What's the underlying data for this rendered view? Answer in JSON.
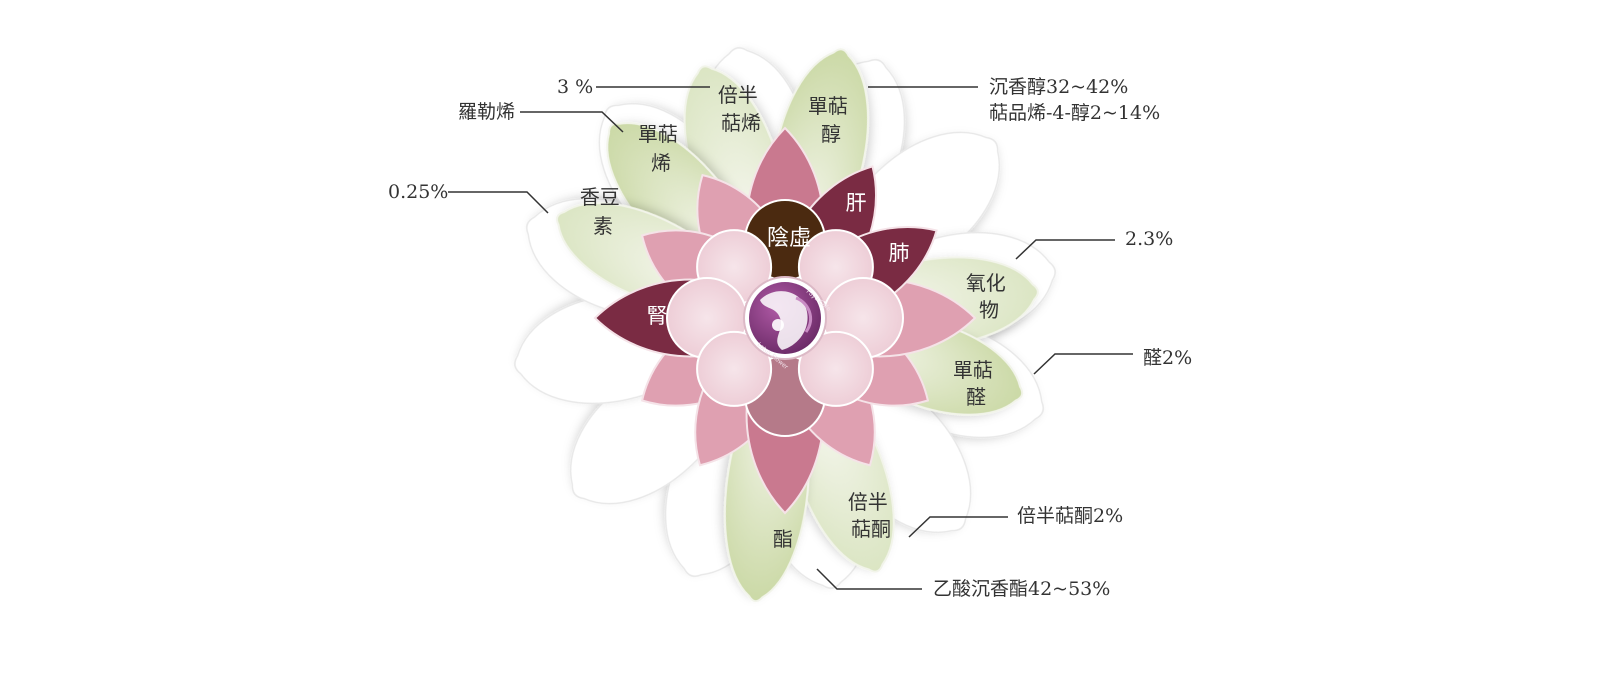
{
  "colors": {
    "green_light": "#eef2e2",
    "green_mid": "#cfdcae",
    "green_deep": "#bfcf96",
    "pink_light": "#efd3dc",
    "pink_mid": "#dfa0b1",
    "pink_deep": "#c9798f",
    "crimson": "#7a2b43",
    "dark_brown": "#4b2a10",
    "mauve": "#b57a89",
    "badge": "#7a3a77"
  },
  "center": {
    "label": "陰虛",
    "badge_top": "Fuyu Cafe",
    "badge_bottom": "Lotus Flower"
  },
  "pink_labels": [
    {
      "name": "liver",
      "text": "肝"
    },
    {
      "name": "lung",
      "text": "肺"
    },
    {
      "name": "kidney",
      "text": "腎"
    }
  ],
  "green_petals": [
    {
      "name": "bisabolene",
      "lines": [
        "倍半",
        "萜烯"
      ]
    },
    {
      "name": "monoterpene-alcohol",
      "lines": [
        "單萜",
        "醇"
      ]
    },
    {
      "name": "monoterpene",
      "lines": [
        "單萜",
        "烯"
      ]
    },
    {
      "name": "coumarin",
      "lines": [
        "香豆",
        "素"
      ]
    },
    {
      "name": "oxide",
      "lines": [
        "氧化",
        "物"
      ]
    },
    {
      "name": "monoterpene-aldehyde",
      "lines": [
        "單萜",
        "醛"
      ]
    },
    {
      "name": "sesquiterpene-ketone",
      "lines": [
        "倍半",
        "萜酮"
      ]
    },
    {
      "name": "ester",
      "lines": [
        "酯"
      ]
    }
  ],
  "annotations": [
    {
      "name": "sesquiterpene-percent",
      "lines": [
        "3 %"
      ]
    },
    {
      "name": "linalool-percent",
      "lines": [
        "沉香醇32~42%",
        "萜品烯-4-醇2~14%"
      ]
    },
    {
      "name": "myrcene-label",
      "lines": [
        "羅勒烯"
      ]
    },
    {
      "name": "coumarin-percent",
      "lines": [
        "0.25%"
      ]
    },
    {
      "name": "oxide-percent",
      "lines": [
        "2.3%"
      ]
    },
    {
      "name": "aldehyde-percent",
      "lines": [
        "醛2%"
      ]
    },
    {
      "name": "ketone-percent",
      "lines": [
        "倍半萜酮2%"
      ]
    },
    {
      "name": "ester-percent",
      "lines": [
        "乙酸沉香酯42~53%"
      ]
    }
  ]
}
